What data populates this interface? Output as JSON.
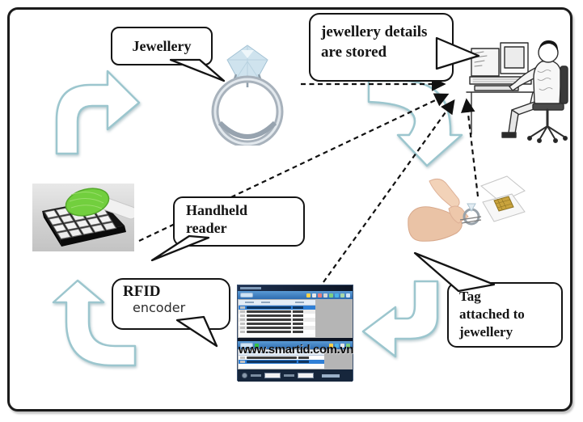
{
  "bubbles": {
    "jewellery": {
      "label": "Jewellery"
    },
    "details": {
      "lines": [
        "jewellery details",
        "are stored"
      ]
    },
    "handheld": {
      "lines": [
        "Handheld",
        "reader"
      ]
    },
    "rfid": {
      "title": "RFID",
      "subtitle": "encoder"
    },
    "tag": {
      "lines": [
        "Tag",
        "attached to",
        "jewellery"
      ]
    }
  },
  "software_window": {
    "watermark_url": "www.smartid.com.vn"
  },
  "figures": {
    "ring": "diamond-ring-photo",
    "operator": "person-at-computer-sketch",
    "tray": "rfid-tag-tray-with-handheld-reader-photo",
    "tagging": "hands-attaching-tag-to-jewellery-photo"
  },
  "arrows": {
    "teal": [
      "curved-arrow-right",
      "curved-arrow-down",
      "curved-arrow-left",
      "curved-arrow-up"
    ],
    "dashed": [
      "ring-to-computer",
      "reader-to-computer",
      "software-to-computer",
      "tag-to-computer"
    ]
  },
  "colors": {
    "arrow_teal": "#9cc6ce",
    "bubble_border": "#141414",
    "dashed_line": "#111111",
    "selection_blue": "#2f7fd6",
    "toolbar_blue": "#3a7dc0",
    "reader_green": "#72cf3e",
    "watermark_text": "#0a0a0a"
  }
}
